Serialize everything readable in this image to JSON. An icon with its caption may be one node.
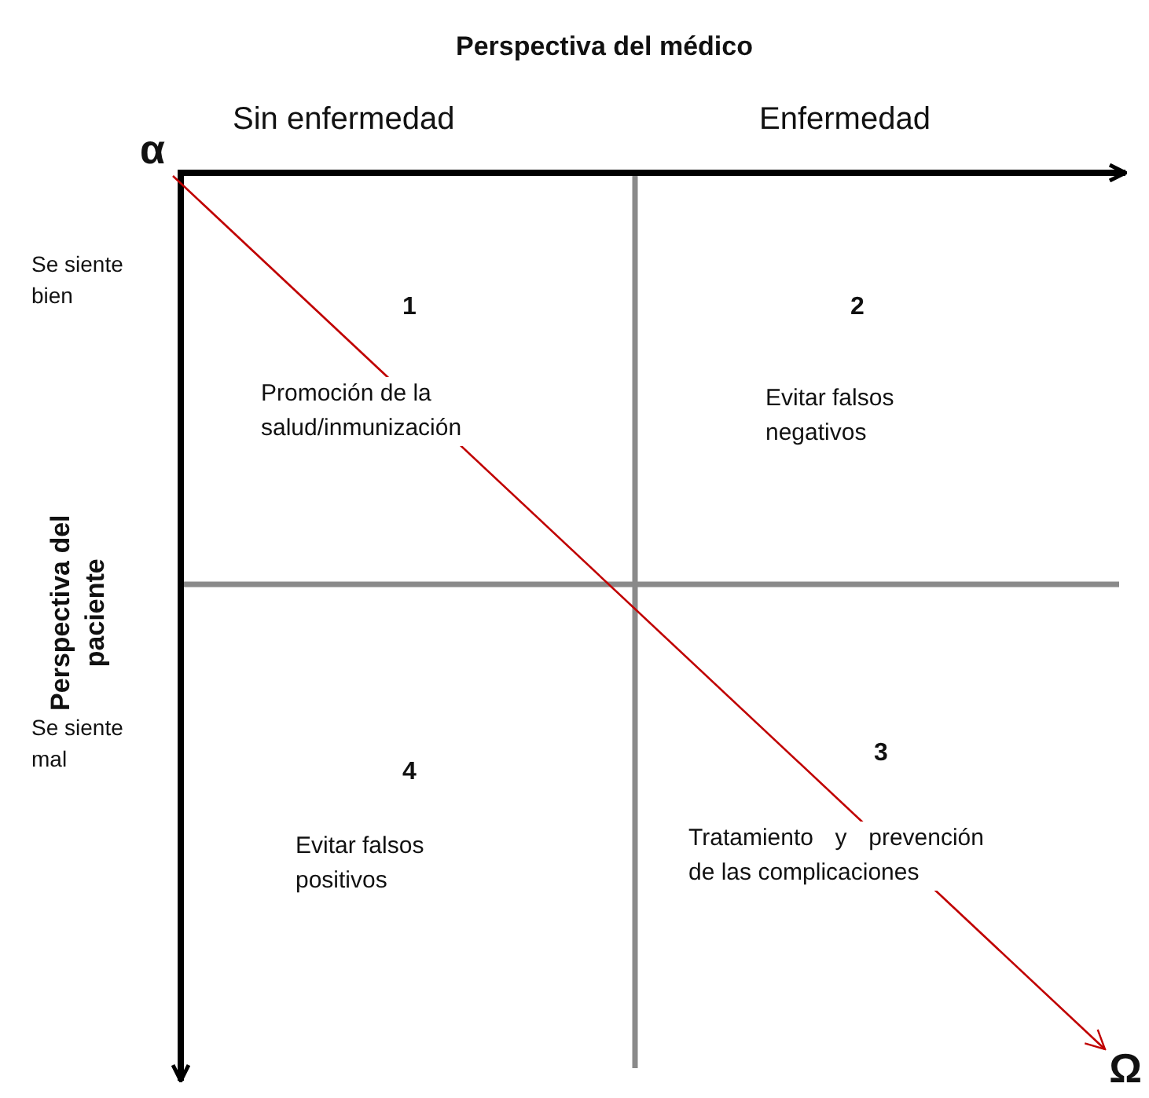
{
  "diagram": {
    "nodes": [
      {
        "text": [
          "α"
        ]
      },
      {
        "text": [
          "Ω"
        ]
      }
    ],
    "edges": [
      {
        "from": 0,
        "to": 1,
        "arrow": "to"
      }
    ],
    "labels": [
      "Perspectiva del médico",
      "Sin enfermedad",
      "Enfermedad",
      "Se siente bien",
      "1",
      "2",
      "Promoción de la salud/inmunización",
      "Evitar falsos negativos",
      "Perspectiva del paciente",
      "4",
      "3",
      "Se siente mal",
      "Evitar falsos positivos",
      "Tratamiento y prevención de las complicaciones"
    ]
  }
}
